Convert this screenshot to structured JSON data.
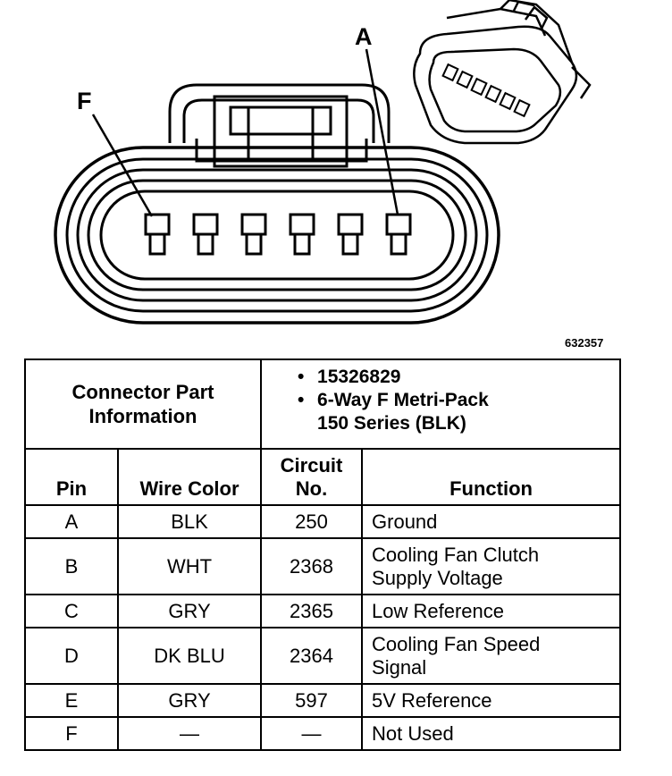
{
  "diagram": {
    "callouts": {
      "left": "F",
      "right": "A"
    },
    "figure_number": "632357"
  },
  "connector_info": {
    "label_line1": "Connector Part",
    "label_line2": "Information",
    "items": [
      {
        "line1": "15326829"
      },
      {
        "line1": "6-Way F Metri-Pack",
        "line2": "150 Series (BLK)"
      }
    ]
  },
  "table": {
    "headers": {
      "pin": "Pin",
      "wire_color": "Wire Color",
      "circuit_line1": "Circuit",
      "circuit_line2": "No.",
      "function": "Function"
    },
    "rows": [
      {
        "pin": "A",
        "wire": "BLK",
        "circuit": "250",
        "fn1": "Ground",
        "fn2": ""
      },
      {
        "pin": "B",
        "wire": "WHT",
        "circuit": "2368",
        "fn1": "Cooling Fan Clutch",
        "fn2": "Supply Voltage"
      },
      {
        "pin": "C",
        "wire": "GRY",
        "circuit": "2365",
        "fn1": "Low Reference",
        "fn2": ""
      },
      {
        "pin": "D",
        "wire": "DK BLU",
        "circuit": "2364",
        "fn1": "Cooling Fan Speed",
        "fn2": "Signal"
      },
      {
        "pin": "E",
        "wire": "GRY",
        "circuit": "597",
        "fn1": "5V Reference",
        "fn2": ""
      },
      {
        "pin": "F",
        "wire": "—",
        "circuit": "—",
        "fn1": "Not Used",
        "fn2": ""
      }
    ]
  }
}
